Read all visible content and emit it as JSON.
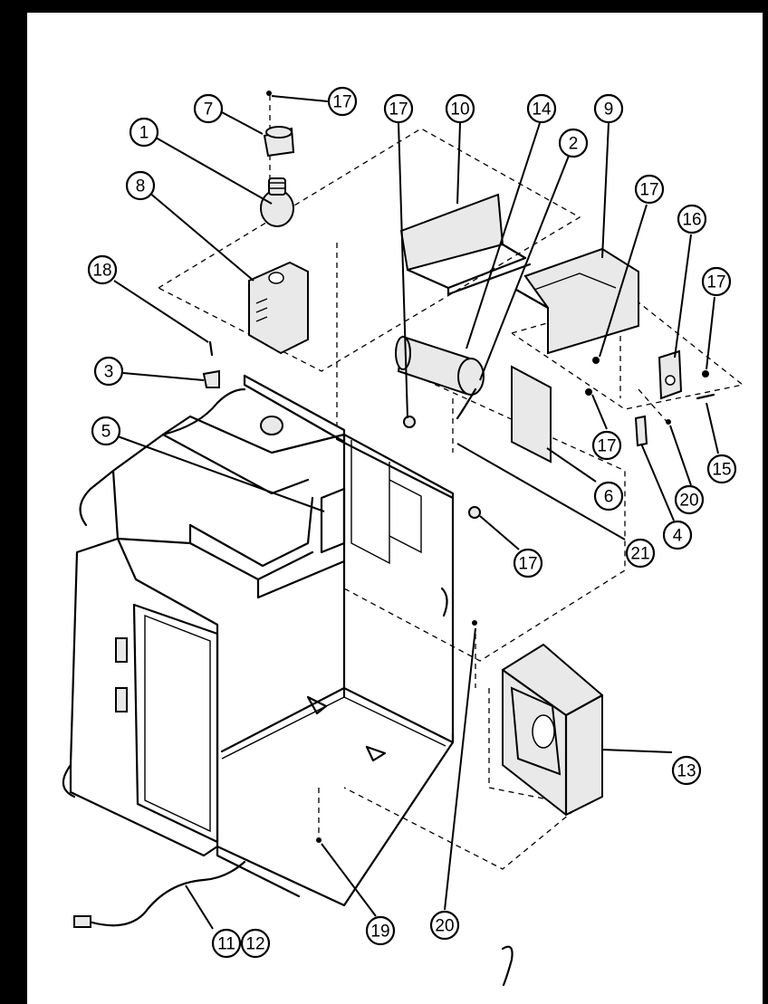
{
  "callouts": [
    {
      "id": "c1",
      "label": "1"
    },
    {
      "id": "c2",
      "label": "2"
    },
    {
      "id": "c3",
      "label": "3"
    },
    {
      "id": "c4",
      "label": "4"
    },
    {
      "id": "c5",
      "label": "5"
    },
    {
      "id": "c6",
      "label": "6"
    },
    {
      "id": "c7",
      "label": "7"
    },
    {
      "id": "c8",
      "label": "8"
    },
    {
      "id": "c9",
      "label": "9"
    },
    {
      "id": "c10",
      "label": "10"
    },
    {
      "id": "c11",
      "label": "11"
    },
    {
      "id": "c12",
      "label": "12"
    },
    {
      "id": "c13",
      "label": "13"
    },
    {
      "id": "c14",
      "label": "14"
    },
    {
      "id": "c15",
      "label": "15"
    },
    {
      "id": "c16",
      "label": "16"
    },
    {
      "id": "c17a",
      "label": "17"
    },
    {
      "id": "c17b",
      "label": "17"
    },
    {
      "id": "c17c",
      "label": "17"
    },
    {
      "id": "c17d",
      "label": "17"
    },
    {
      "id": "c17e",
      "label": "17"
    },
    {
      "id": "c17f",
      "label": "17"
    },
    {
      "id": "c18",
      "label": "18"
    },
    {
      "id": "c19",
      "label": "19"
    },
    {
      "id": "c20a",
      "label": "20"
    },
    {
      "id": "c20b",
      "label": "20"
    },
    {
      "id": "c21",
      "label": "21"
    }
  ]
}
